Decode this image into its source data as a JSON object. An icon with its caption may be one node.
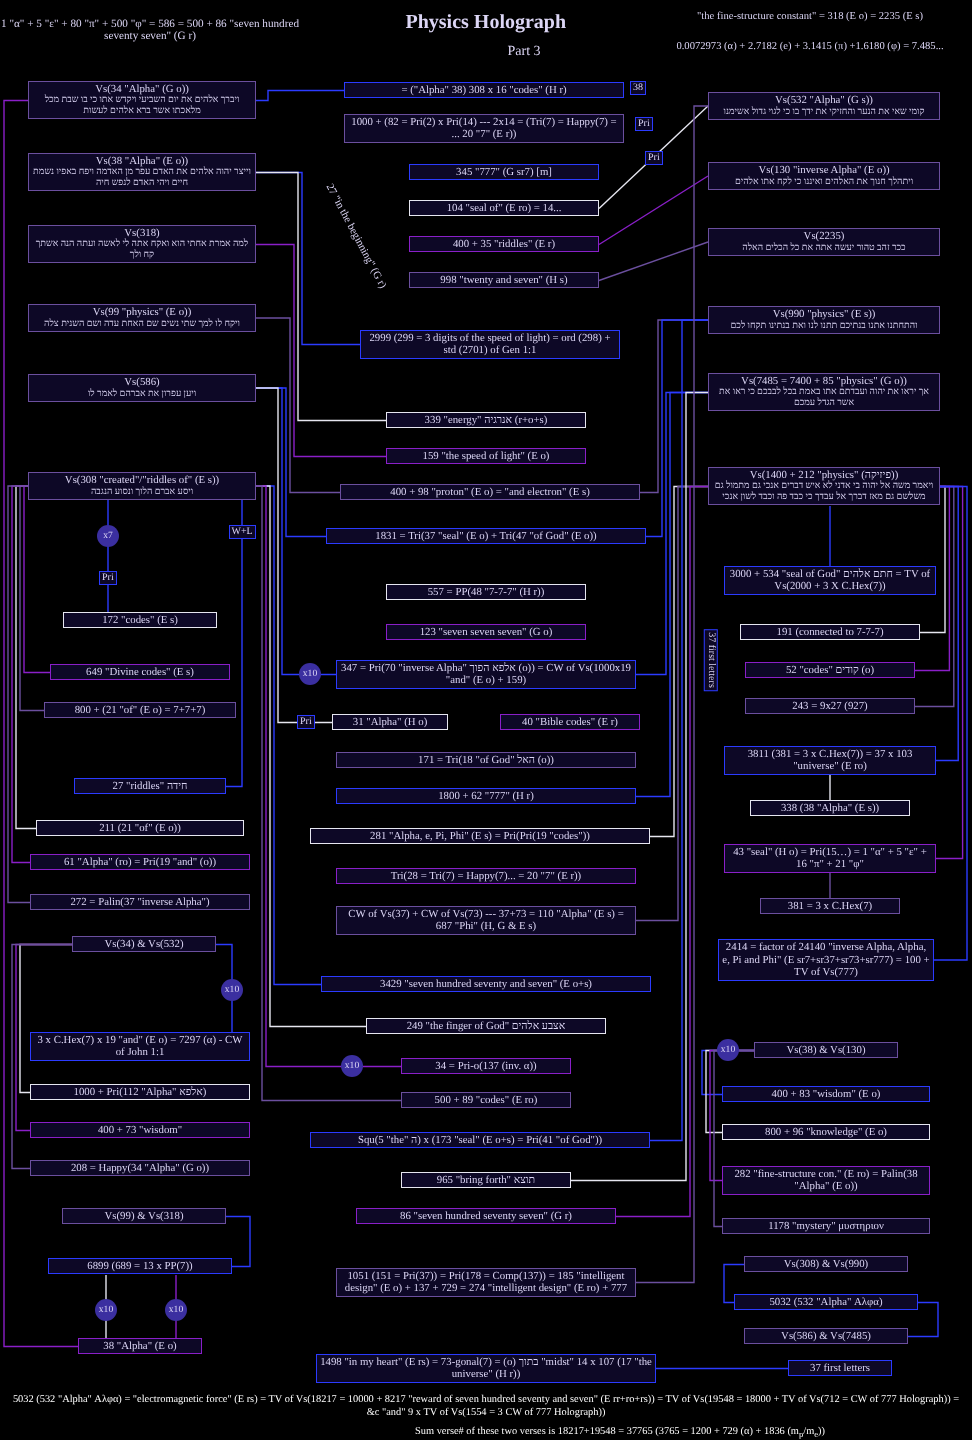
{
  "diagram": {
    "title": "Physics Holograph",
    "nodes": [
      {
        "text": [
          "Vs(34 \"Alpha\" (G o))",
          "ויברך אלהים את יום השביעי ויקדש אתו כי בו שבת מכל מלאכתו אשר ברא אלהים לעשות"
        ]
      },
      {
        "text": [
          "Vs(38 \"Alpha\" (E o))",
          "וייצר יהוה אלהים את האדם עפר מן האדמה ויפח באפיו נשמת חיים ויהי האדם לנפש חיה"
        ]
      },
      {
        "text": [
          "Vs(318)",
          "למה אמרת אחתי הוא ואקח אתה לי לאשה ועתה הנה אשתך קח ולך"
        ]
      },
      {
        "text": [
          "Vs(99 \"physics\" (E o))",
          "ויקח לו למך שתי נשים שם האחת עדה ושם השנית צלה"
        ]
      },
      {
        "text": [
          "Vs(586)",
          "ויען עפרון את אברהם לאמר לו"
        ]
      },
      {
        "text": [
          "Vs(308 \"created\"/\"riddles of\" (E s))",
          "ויסע אברם הלוך ונסוע הנגבה"
        ]
      },
      {
        "text": [
          "172 \"codes\" (E s)"
        ]
      },
      {
        "text": [
          "649 \"Divine codes\" (E s)"
        ]
      },
      {
        "text": [
          "800 + (21 \"of\" (E o) = 7+7+7)"
        ]
      },
      {
        "text": [
          "27 \"riddles\" חידה"
        ]
      },
      {
        "text": [
          "211 (21 \"of\" (E o))"
        ]
      },
      {
        "text": [
          "61 \"Alpha\" (ro) = Pri(19 \"and\" (o))"
        ]
      },
      {
        "text": [
          "272 = Palin(37 \"inverse Alpha\")"
        ]
      },
      {
        "text": [
          "Vs(34) & Vs(532)"
        ]
      },
      {
        "text": [
          "3 x C.Hex(7) x 19 \"and\" (E o) = 7297 (α) - CW of John 1:1"
        ]
      },
      {
        "text": [
          "1000 + Pri(112 \"Alpha\" אלפא)"
        ]
      },
      {
        "text": [
          "400 + 73 \"wisdom\""
        ]
      },
      {
        "text": [
          "208 = Happy(34 \"Alpha\" (G o))"
        ]
      },
      {
        "text": [
          "Vs(99) & Vs(318)"
        ]
      },
      {
        "text": [
          "6899 (689 = 13 x PP(7))"
        ]
      },
      {
        "text": [
          "38 \"Alpha\" (E o)"
        ]
      },
      {
        "text": [
          "= (\"Alpha\" 38) 308 x 16 \"codes\" (H r)"
        ]
      },
      {
        "text": [
          "1000 + (82 = Pri(2) x Pri(14) --- 2x14 = (Tri(7) = Happy(7) = ... 20 \"7\" (E r))"
        ]
      },
      {
        "text": [
          "345 \"777\" (G sr7) [m]"
        ]
      },
      {
        "text": [
          "104 \"seal of\" (E ro) = 14..."
        ]
      },
      {
        "text": [
          "400 + 35 \"riddles\" (E r)"
        ]
      },
      {
        "text": [
          "998 \"twenty and seven\" (H s)"
        ]
      },
      {
        "text": [
          "2999 (299 = 3 digits of the speed of light) = ord (298) + std (2701) of Gen 1:1"
        ]
      },
      {
        "text": [
          "339 \"energy\" אנרגיה (r+o+s)"
        ]
      },
      {
        "text": [
          "159 \"the speed of light\" (E o)"
        ]
      },
      {
        "text": [
          "400 + 98 \"proton\" (E o) = \"and electron\" (E s)"
        ]
      },
      {
        "text": [
          "1831 = Tri(37 \"seal\" (E o) + Tri(47 \"of God\" (E o))"
        ]
      },
      {
        "text": [
          "557 = PP(48 \"7-7-7\" (H r))"
        ]
      },
      {
        "text": [
          "123 \"seven seven seven\" (G o)"
        ]
      },
      {
        "text": [
          "347 = Pri(70 \"inverse Alpha\" אלפא הפוך (o)) = CW of Vs(1000x19 \"and\" (E o) + 159)"
        ]
      },
      {
        "text": [
          "31 \"Alpha\" (H o)"
        ]
      },
      {
        "text": [
          "40 \"Bible codes\" (E r)"
        ]
      },
      {
        "text": [
          "171 = Tri(18 \"of God\" האל (o))"
        ]
      },
      {
        "text": [
          "1800 + 62 \"777\" (H r)"
        ]
      },
      {
        "text": [
          "281 \"Alpha, e, Pi, Phi\" (E s) = Pri(Pri(19 \"codes\"))"
        ]
      },
      {
        "text": [
          "Tri(28 = Tri(7) = Happy(7)... = 20 \"7\" (E r))"
        ]
      },
      {
        "text": [
          "CW of Vs(37) + CW of Vs(73) --- 37+73 = 110 \"Alpha\" (E s) = 687 \"Phi\" (H, G & E s)"
        ]
      },
      {
        "text": [
          "3429 \"seven hundred seventy and seven\" (E o+s)"
        ]
      },
      {
        "text": [
          "249 \"the finger of God\" אצבע אלהים"
        ]
      },
      {
        "text": [
          "34 = Pri-o(137 (inv. α))"
        ]
      },
      {
        "text": [
          "500 + 89 \"codes\" (E ro)"
        ]
      },
      {
        "text": [
          "Squ(5 \"the\" ה) x (173 \"seal\" (E o+s) = Pri(41 \"of God\"))"
        ]
      },
      {
        "text": [
          "965 \"bring forth\" תוצא"
        ]
      },
      {
        "text": [
          "86 \"seven hundred seventy seven\" (G r)"
        ]
      },
      {
        "text": [
          "1051 (151 = Pri(37)) = Pri(178 = Comp(137)) = 185 \"intelligent design\" (E o) + 137 + 729 = 274 \"intelligent design\" (E ro) + 777"
        ]
      },
      {
        "text": [
          "1498 \"in my heart\" (E rs) = 73-gonal(7) = (o) בתוך \"midst\" 14 x 107 (17 \"the universe\" (H r))"
        ]
      },
      {
        "text": [
          "Vs(532 \"Alpha\" (G s))",
          "קומי שאי את הנער והחזיקי את ידך בו כי לגוי גדול אשימנו"
        ]
      },
      {
        "text": [
          "Vs(130 \"inverse Alpha\" (E o))",
          "ויתהלך חנוך את האלהים ואיננו כי לקח אתו אלהים"
        ]
      },
      {
        "text": [
          "Vs(2235)",
          "ככר זהב טהור יעשה אתה את כל הכלים האלה"
        ]
      },
      {
        "text": [
          "Vs(990 \"physics\" (E s))",
          "והתחתנו אתנו בנתיכם תתנו לנו ואת בנתינו תקחו לכם"
        ]
      },
      {
        "text": [
          "Vs(7485 = 7400 + 85 \"physics\" (G o))",
          "אך יראו את יהוה ועבדתם אתו באמת בכל לבבכם כי ראו את אשר הגדל עמכם"
        ]
      },
      {
        "text": [
          "Vs(1400 + 212 \"physics\" (פיזיקה))",
          "ויאמר משה אל יהוה בי אדני לא איש דברים אנכי גם מתמול גם משלשם גם מאז דברך אל עבדך כי כבד פה וכבד לשון אנכי"
        ]
      },
      {
        "text": [
          "3000 + 534 \"seal of God\" חתם אלהים = TV of Vs(2000 + 3 X C.Hex(7))"
        ]
      },
      {
        "text": [
          "191 (connected to 7-7-7)"
        ]
      },
      {
        "text": [
          "52 \"codes\" קודים (o)"
        ]
      },
      {
        "text": [
          "243 = 9x27 (927)"
        ]
      },
      {
        "text": [
          "3811 (381 = 3 x C.Hex(7)) = 37 x 103 \"universe\" (E ro)"
        ]
      },
      {
        "text": [
          "338 (38 \"Alpha\" (E s))"
        ]
      },
      {
        "text": [
          "43 \"seal\" (H o) = Pri(15…) = 1 \"α\" + 5 \"ε\" + 16 \"π\" + 21 \"φ\""
        ]
      },
      {
        "text": [
          "381 = 3 x C.Hex(7)"
        ]
      },
      {
        "text": [
          "2414 = factor of 24140 \"inverse Alpha, Alpha, e, Pi and Phi\" (E sr7+sr37+sr73+sr777) = 100 + TV of Vs(777)"
        ]
      },
      {
        "text": [
          "Vs(38) & Vs(130)"
        ]
      },
      {
        "text": [
          "400 + 83 \"wisdom\" (E o)"
        ]
      },
      {
        "text": [
          "800 + 96 \"knowledge\" (E o)"
        ]
      },
      {
        "text": [
          "282 \"fine-structure con.\" (E ro) = Palin(38 \"Alpha\" (E o))"
        ]
      },
      {
        "text": [
          "1178 \"mystery\" μυστηριον"
        ]
      },
      {
        "text": [
          "Vs(308) & Vs(990)"
        ]
      },
      {
        "text": [
          "5032 (532 \"Alpha\" Αλφα)"
        ]
      },
      {
        "text": [
          "Vs(586) & Vs(7485)"
        ]
      },
      {
        "text": [
          "37 first letters"
        ]
      }
    ],
    "edges": [
      {
        "from": 0,
        "to": 21,
        "arrow": "none",
        "color": "#2b3bff"
      },
      {
        "from": 0,
        "to": 20,
        "arrow": "none",
        "color": "#8a1fc8"
      },
      {
        "from": 1,
        "to": 27,
        "arrow": "none",
        "color": "#2b3bff"
      },
      {
        "from": 1,
        "to": 28,
        "arrow": "none",
        "color": "#e6e6f0"
      },
      {
        "from": 2,
        "to": 29,
        "arrow": "none",
        "color": "#8a1fc8"
      },
      {
        "from": 3,
        "to": 30,
        "arrow": "none",
        "color": "#6b4f9e"
      },
      {
        "from": 4,
        "to": 31,
        "arrow": "none",
        "color": "#2b3bff"
      },
      {
        "from": 4,
        "to": 34,
        "arrow": "none",
        "label": "x10",
        "color": "#2b3bff"
      },
      {
        "from": 4,
        "to": 35,
        "arrow": "none",
        "label": "Pri",
        "color": "#e6e6f0"
      },
      {
        "from": 5,
        "to": 42,
        "arrow": "none",
        "color": "#2b3bff"
      },
      {
        "from": 5,
        "to": 43,
        "arrow": "none",
        "color": "#e6e6f0"
      },
      {
        "from": 5,
        "to": 44,
        "arrow": "none",
        "label": "x10",
        "color": "#8a1fc8"
      },
      {
        "from": 5,
        "to": 45,
        "arrow": "none",
        "color": "#6b4f9e"
      },
      {
        "from": 5,
        "to": 6,
        "arrow": "none",
        "label": "x7",
        "color": "#2b3bff"
      },
      {
        "from": 5,
        "to": 9,
        "arrow": "none",
        "label": "W+L",
        "color": "#2b3bff"
      },
      {
        "from": 5,
        "to": 7,
        "arrow": "none",
        "color": "#8a1fc8"
      },
      {
        "from": 5,
        "to": 8,
        "arrow": "none",
        "color": "#6b4f9e"
      },
      {
        "from": 5,
        "to": 10,
        "arrow": "none",
        "color": "#e6e6f0"
      },
      {
        "from": 5,
        "to": 11,
        "arrow": "none",
        "color": "#8a1fc8"
      },
      {
        "from": 5,
        "to": 12,
        "arrow": "none",
        "color": "#6b4f9e"
      },
      {
        "from": 13,
        "to": 14,
        "arrow": "none",
        "label": "x10",
        "color": "#2b3bff"
      },
      {
        "from": 13,
        "to": 15,
        "arrow": "none",
        "color": "#e6e6f0"
      },
      {
        "from": 13,
        "to": 16,
        "arrow": "none",
        "color": "#8a1fc8"
      },
      {
        "from": 13,
        "to": 17,
        "arrow": "none",
        "color": "#6b4f9e"
      },
      {
        "from": 18,
        "to": 19,
        "arrow": "none",
        "color": "#2b3bff"
      },
      {
        "from": 19,
        "to": 20,
        "arrow": "none",
        "label": "x10",
        "color": "#e6e6f0"
      },
      {
        "from": 19,
        "to": 20,
        "arrow": "none",
        "label": "x10",
        "color": "#8a1fc8"
      },
      {
        "from": 51,
        "to": 24,
        "arrow": "none",
        "label": "Pri",
        "color": "#e6e6f0"
      },
      {
        "from": 52,
        "to": 25,
        "arrow": "none",
        "color": "#8a1fc8"
      },
      {
        "from": 53,
        "to": 26,
        "arrow": "none",
        "color": "#6b4f9e"
      },
      {
        "from": 54,
        "to": 30,
        "arrow": "none",
        "color": "#6b4f9e"
      },
      {
        "from": 54,
        "to": 31,
        "arrow": "none",
        "color": "#2b3bff"
      },
      {
        "from": 55,
        "to": 34,
        "arrow": "none",
        "color": "#2b3bff"
      },
      {
        "from": 55,
        "to": 38,
        "arrow": "none",
        "color": "#2b3bff"
      },
      {
        "from": 56,
        "to": 39,
        "arrow": "none",
        "color": "#e6e6f0"
      },
      {
        "from": 56,
        "to": 41,
        "arrow": "none",
        "color": "#6b4f9e"
      },
      {
        "from": 54,
        "to": 46,
        "arrow": "none",
        "color": "#2b3bff"
      },
      {
        "from": 55,
        "to": 47,
        "arrow": "none",
        "color": "#e6e6f0"
      },
      {
        "from": 56,
        "to": 48,
        "arrow": "none",
        "color": "#8a1fc8"
      },
      {
        "from": 51,
        "to": 49,
        "arrow": "none",
        "color": "#6b4f9e"
      },
      {
        "from": 56,
        "to": 57,
        "arrow": "none",
        "color": "#2b3bff"
      },
      {
        "from": 56,
        "to": 58,
        "arrow": "none",
        "color": "#e6e6f0"
      },
      {
        "from": 56,
        "to": 59,
        "arrow": "none",
        "color": "#8a1fc8"
      },
      {
        "from": 56,
        "to": 60,
        "arrow": "none",
        "color": "#6b4f9e"
      },
      {
        "from": 56,
        "to": 61,
        "arrow": "none",
        "color": "#2b3bff"
      },
      {
        "from": 56,
        "to": 63,
        "arrow": "none",
        "color": "#8a1fc8"
      },
      {
        "from": 56,
        "to": 65,
        "arrow": "none",
        "color": "#2b3bff"
      },
      {
        "from": 61,
        "to": 62,
        "arrow": "none",
        "color": "#e6e6f0"
      },
      {
        "from": 63,
        "to": 64,
        "arrow": "none",
        "color": "#6b4f9e"
      },
      {
        "from": 66,
        "to": 67,
        "arrow": "none",
        "label": "x10",
        "color": "#2b3bff"
      },
      {
        "from": 66,
        "to": 68,
        "arrow": "none",
        "color": "#e6e6f0"
      },
      {
        "from": 66,
        "to": 69,
        "arrow": "none",
        "color": "#8a1fc8"
      },
      {
        "from": 66,
        "to": 70,
        "arrow": "none",
        "color": "#6b4f9e"
      },
      {
        "from": 71,
        "to": 72,
        "arrow": "none",
        "color": "#2b3bff"
      },
      {
        "from": 72,
        "to": 73,
        "arrow": "none",
        "color": "#2b3bff"
      },
      {
        "from": 50,
        "to": 74,
        "arrow": "none",
        "color": "#2b3bff"
      }
    ],
    "labels": [
      "1 \"α\" + 5 \"ε\" + 80 \"π\" + 500 \"φ\" = 586 = 500 + 86 \"seven hundred seventy seven\" (G r)",
      "Part 3",
      "\"the fine-structure constant\" = 318 (E o) = 2235 (E s)",
      "0.0072973 (α) + 2.7182 (e) + 3.1415 (π) +1.6180 (φ) = 7.485...",
      "38",
      "Pri",
      "27 \"in the beginning\" (G r)",
      "Pri",
      "37 first letters",
      "5032 (532 \"Alpha\" Αλφα) = \"electromagnetic force\" (E rs) = TV of Vs(18217 = 10000 + 8217 \"reward of seven hundred seventy and seven\" (E rr+ro+rs)) = TV of Vs(19548 = 18000 + TV of Vs(712 = CW of 777 Holograph)) = &c \"and\" 9 x TV of Vs(1554 = 3 CW of 777 Holograph))",
      "Sum verse# of these two verses is 18217+19548 = 37765 (3765 = 1200 + 729 (α) + 1836 (m$_{p}$/m$_{e}$))"
    ]
  }
}
